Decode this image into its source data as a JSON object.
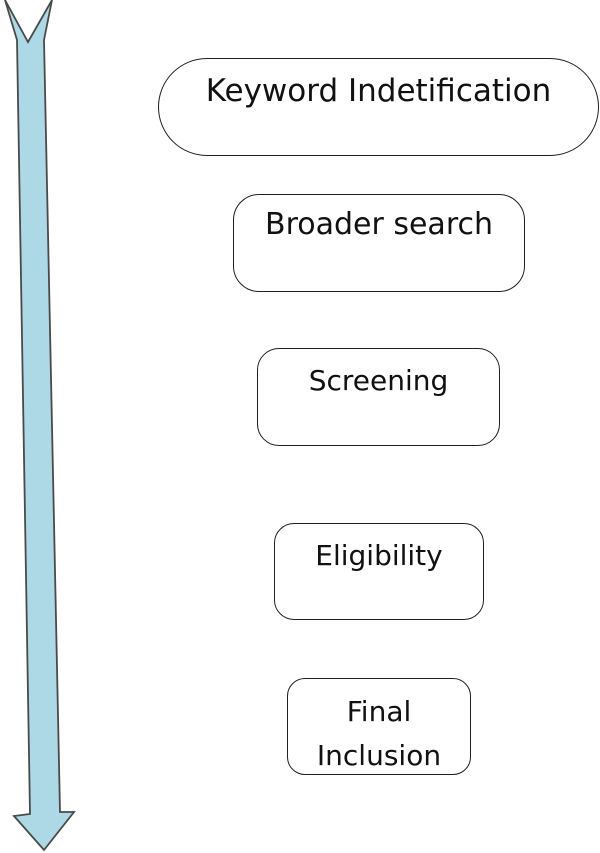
{
  "diagram": {
    "arrow_color": "#add8e6",
    "arrow_stroke": "#4a4a4a",
    "steps": [
      {
        "label": "Keyword Indetification"
      },
      {
        "label": "Broader search"
      },
      {
        "label": "Screening"
      },
      {
        "label": "Eligibility"
      },
      {
        "label": "Final Inclusion",
        "lines": [
          "Final",
          "Inclusion"
        ]
      }
    ]
  }
}
